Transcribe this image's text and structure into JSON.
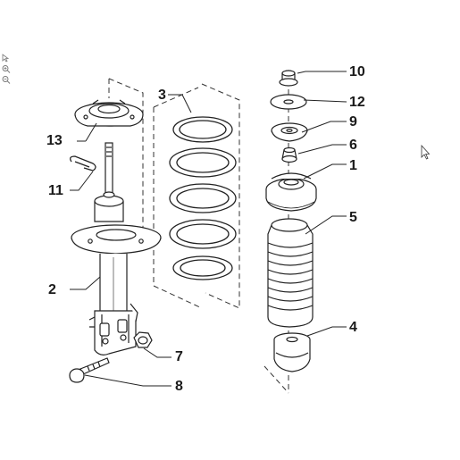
{
  "toolbar": {
    "tools": [
      {
        "icon": "select-arrow-icon"
      },
      {
        "icon": "zoom-in-icon"
      },
      {
        "icon": "zoom-out-icon"
      }
    ]
  },
  "cursor": {
    "icon": "mouse-pointer-icon"
  },
  "diagram": {
    "callouts": {
      "c1": "1",
      "c2": "2",
      "c3": "3",
      "c4": "4",
      "c5": "5",
      "c6": "6",
      "c7": "7",
      "c8": "8",
      "c9": "9",
      "c10": "10",
      "c11": "11",
      "c12": "12",
      "c13": "13"
    }
  }
}
